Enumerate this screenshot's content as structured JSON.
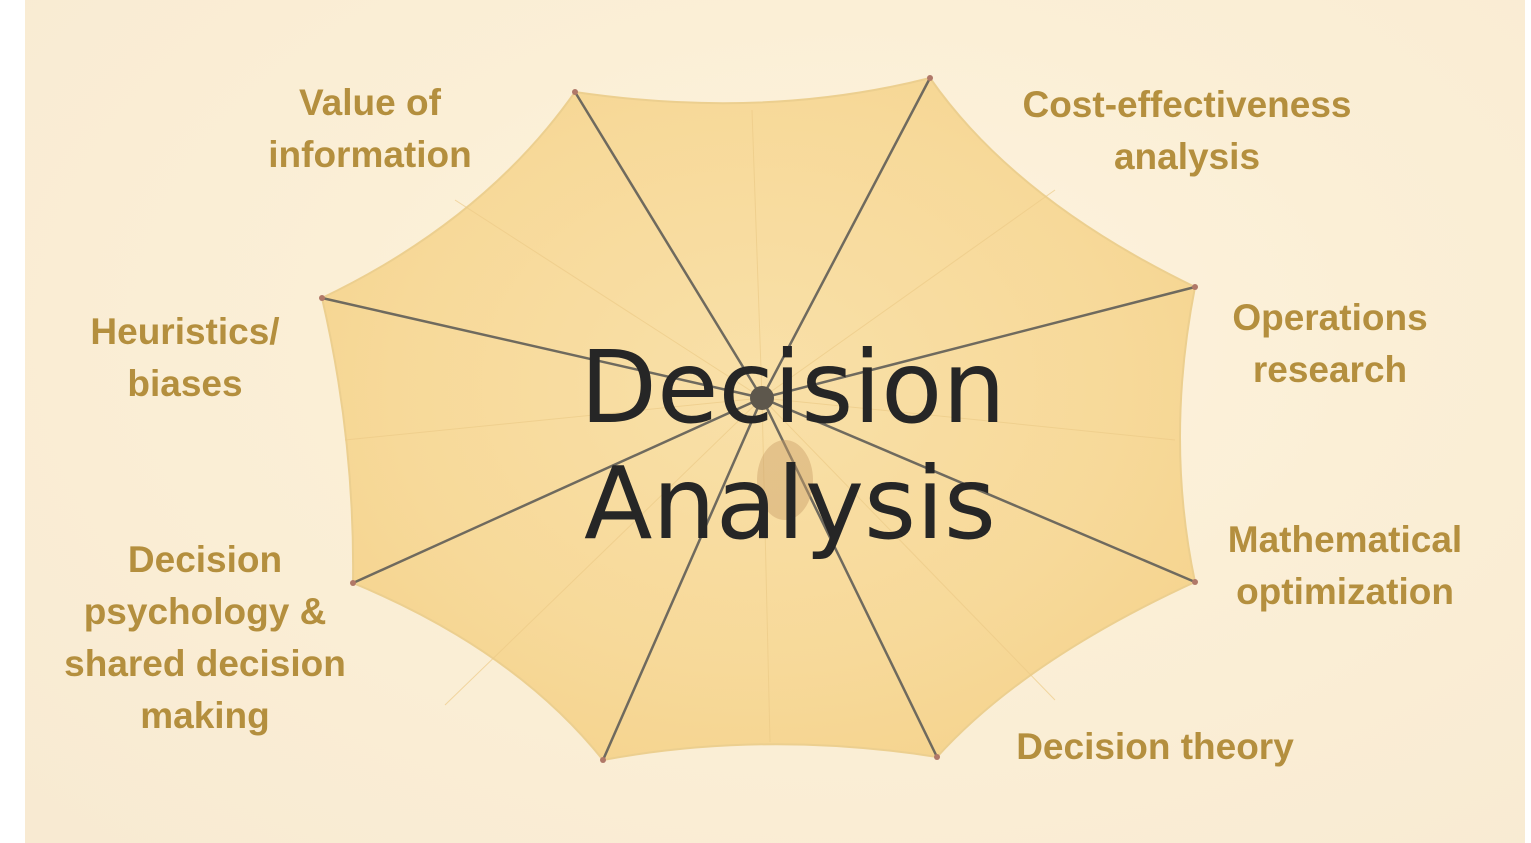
{
  "center": {
    "line1": "Decision",
    "line2": "Analysis"
  },
  "topics": {
    "value_of_information": [
      "Value of",
      "information"
    ],
    "cost_effectiveness": [
      "Cost-effectiveness",
      "analysis"
    ],
    "heuristics": [
      "Heuristics/",
      "biases"
    ],
    "operations_research": [
      "Operations",
      "research"
    ],
    "decision_psychology": [
      "Decision",
      "psychology &",
      "shared decision",
      "making"
    ],
    "mathematical_optimization": [
      "Mathematical",
      "optimization"
    ],
    "decision_theory": [
      "Decision theory"
    ]
  },
  "colors": {
    "topic_text": "#b48f3e",
    "center_text": "#262626",
    "umbrella_canopy": "#f7d999",
    "background": "#fbefd6"
  }
}
